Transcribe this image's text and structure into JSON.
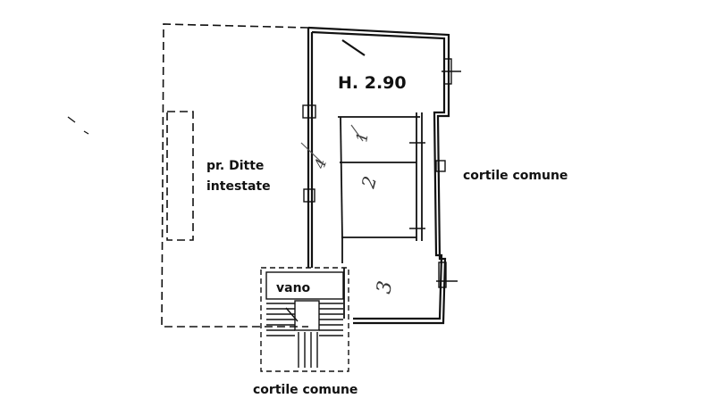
{
  "plan": {
    "height_label": "H. 2.90",
    "neighbor_label_line1": "pr. Ditte",
    "neighbor_label_line2": "intestate",
    "courtyard_east": "cortile comune",
    "courtyard_south": "cortile comune",
    "stair_label": "vano",
    "room_numbers": [
      "1",
      "2",
      "3",
      "4"
    ]
  }
}
